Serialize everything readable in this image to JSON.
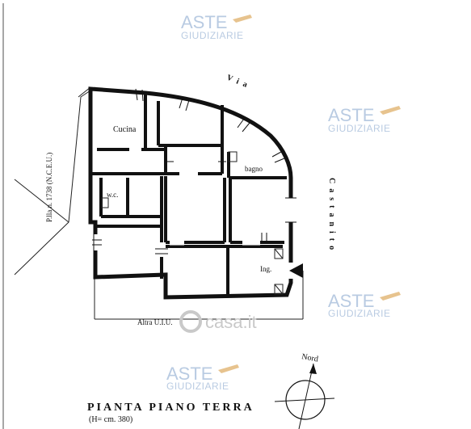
{
  "rooms": {
    "cucina": "Cucina",
    "bagno": "bagno",
    "wc": "w.c.",
    "ingresso": "Ing."
  },
  "labels": {
    "street_via": "Via",
    "street_castanito": "Castanito",
    "parcel": "P.lla n. 1738 (N.C.E.U.)",
    "altra": "Altra U.I.U."
  },
  "title": {
    "main": "PIANTA PIANO TERRA",
    "sub": "(H= cm. 380)"
  },
  "compass": {
    "label": "Nord"
  },
  "watermark": {
    "aste": "ASTE",
    "giudiziarie": "GIUDIZIARIE",
    "casa": "casa.it"
  }
}
